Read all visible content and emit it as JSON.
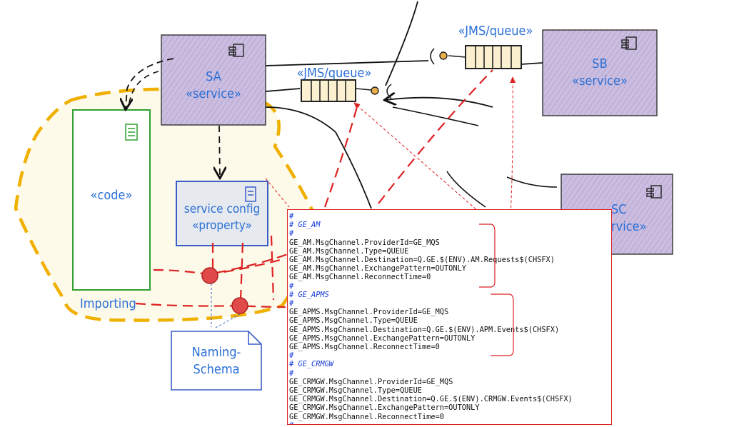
{
  "colors": {
    "service_fill": "#cbbde0",
    "service_border": "#2a2a2a",
    "label_blue": "#2a6fd6",
    "code_border": "#2fa02f",
    "config_border": "#3b5ec9",
    "config_fill": "#e6e9ee",
    "hull_dash": "#f0b000",
    "red_dash": "#dd2222",
    "queue_fill": "#fbf0cf",
    "popup_border": "#dd2222",
    "comment_blue": "#1a3dd9"
  },
  "services": {
    "sa": {
      "name": "SA",
      "stereotype": "«service»"
    },
    "sb": {
      "name": "SB",
      "stereotype": "«service»"
    },
    "sc": {
      "name": "SC",
      "stereotype": "rvice»"
    }
  },
  "queues": {
    "q1": {
      "label": "«JMS/queue»"
    },
    "q2": {
      "label": "«JMS/queue»"
    }
  },
  "code_box": {
    "label": "«code»"
  },
  "config_box": {
    "line1": "service config",
    "line2": "«property»"
  },
  "importing_label": "Importing",
  "naming_note": {
    "line1": "Naming-",
    "line2": "Schema"
  },
  "popup": {
    "hash": "#",
    "sections": [
      {
        "title": "GE_AM",
        "lines": [
          "GE_AM.MsgChannel.ProviderId=GE_MQS",
          "GE_AM.MsgChannel.Type=QUEUE",
          "GE_AM.MsgChannel.Destination=Q.GE.$(ENV).AM.Requests$(CHSFX)",
          "GE_AM.MsgChannel.ExchangePattern=OUTONLY",
          "GE_AM.MsgChannel.ReconnectTime=0"
        ]
      },
      {
        "title": "GE_APMS",
        "lines": [
          "GE_APMS.MsgChannel.ProviderId=GE_MQS",
          "GE_APMS.MsgChannel.Type=QUEUE",
          "GE_APMS.MsgChannel.Destination=Q.GE.$(ENV).APM.Events$(CHSFX)",
          "GE_APMS.MsgChannel.ExchangePattern=OUTONLY",
          "GE_APMS.MsgChannel.ReconnectTime=0"
        ]
      },
      {
        "title": "GE_CRMGW",
        "lines": [
          "GE_CRMGW.MsgChannel.ProviderId=GE_MQS",
          "GE_CRMGW.MsgChannel.Type=QUEUE",
          "GE_CRMGW.MsgChannel.Destination=Q.GE.$(ENV).CRMGW.Events$(CHSFX)",
          "GE_CRMGW.MsgChannel.ExchangePattern=OUTONLY",
          "GE_CRMGW.MsgChannel.ReconnectTime=0"
        ]
      }
    ]
  }
}
